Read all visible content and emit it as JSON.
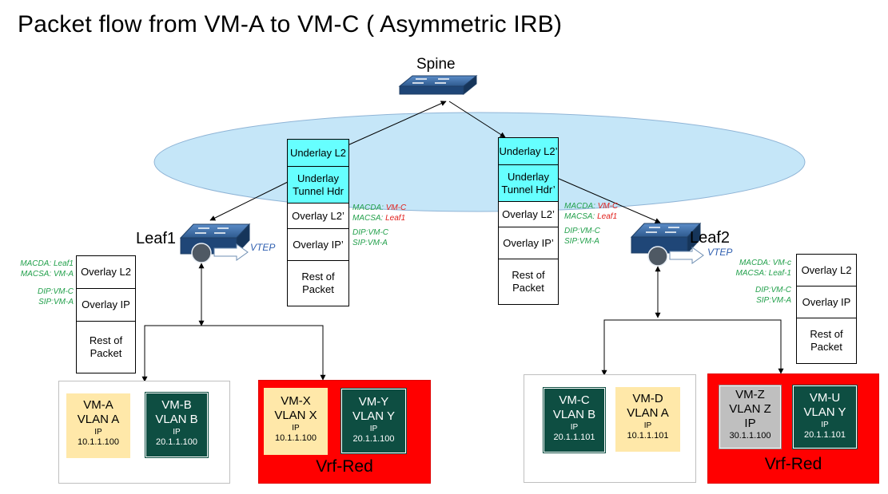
{
  "title": "Packet flow from VM-A to VM-C ( Asymmetric IRB)",
  "nodes": {
    "spine": "Spine",
    "leaf1": "Leaf1",
    "leaf2": "Leaf2",
    "vtep": "VTEP"
  },
  "packets": {
    "leaf1_local": [
      "Overlay L2",
      "Overlay IP",
      "Rest of Packet"
    ],
    "leaf1_tunnel": [
      "Underlay L2",
      "Underlay Tunnel Hdr",
      "Overlay L2’",
      "Overlay IP’",
      "Rest of Packet"
    ],
    "leaf2_tunnel": [
      "Underlay L2’",
      "Underlay Tunnel Hdr’",
      "Overlay L2’",
      "Overlay IP’",
      "Rest of Packet"
    ],
    "leaf2_local": [
      "Overlay L2",
      "Overlay IP",
      "Rest of Packet"
    ]
  },
  "annotations": {
    "leaf1_local": {
      "macda_key": "MACDA:",
      "macda_val": "Leaf1",
      "macsa_key": "MACSA:",
      "macsa_val": "VM-A",
      "dip": "DIP:VM-C",
      "sip": "SIP:VM-A"
    },
    "leaf1_tunnel": {
      "macda_key": "MACDA:",
      "macda_val": "VM-C",
      "macsa_key": "MACSA:",
      "macsa_val": "Leaf1",
      "dip": "DIP:VM-C",
      "sip": "SIP:VM-A"
    },
    "leaf2_tunnel": {
      "macda_key": "MACDA:",
      "macda_val": "VM-C",
      "macsa_key": "MACSA:",
      "macsa_val": "Leaf1",
      "dip": "DIP:VM-C",
      "sip": "SIP:VM-A"
    },
    "leaf2_local": {
      "macda_key": "MACDA:",
      "macda_val": "VM-c",
      "macsa_key": "MACSA:",
      "macsa_val": "Leaf-1",
      "dip": "DIP:VM-C",
      "sip": "SIP:VM-A"
    }
  },
  "vms": {
    "vm_a": {
      "name": "VM-A",
      "vlan": "VLAN A",
      "ip_label": "IP",
      "ip": "10.1.1.100"
    },
    "vm_b": {
      "name": "VM-B",
      "vlan": "VLAN B",
      "ip_label": "IP",
      "ip": "20.1.1.100"
    },
    "vm_x": {
      "name": "VM-X",
      "vlan": "VLAN X",
      "ip_label": "IP",
      "ip": "10.1.1.100"
    },
    "vm_y": {
      "name": "VM-Y",
      "vlan": "VLAN Y",
      "ip_label": "IP",
      "ip": "20.1.1.100"
    },
    "vm_c": {
      "name": "VM-C",
      "vlan": "VLAN B",
      "ip_label": "IP",
      "ip": "20.1.1.101"
    },
    "vm_d": {
      "name": "VM-D",
      "vlan": "VLAN A",
      "ip_label": "IP",
      "ip": "10.1.1.101"
    },
    "vm_z": {
      "name": "VM-Z",
      "vlan": "VLAN Z",
      "ip_label": "IP",
      "ip": "30.1.1.100"
    },
    "vm_u": {
      "name": "VM-U",
      "vlan": "VLAN Y",
      "ip_label": "IP",
      "ip": "20.1.1.101"
    }
  },
  "vrf_label": "Vrf-Red",
  "colors": {
    "underlay_cyan": "#66ffff",
    "ellipse_fill": "#c5e6f8",
    "vm_light": "#ffe8a9",
    "vm_dark": "#0e4e42",
    "vm_grey": "#bfbfbf",
    "vrf_red": "#ff0000",
    "annotation_green": "#22a04b",
    "annotation_red": "#e0201c",
    "vtep_blue": "#2f5fb0",
    "switch_blue": "#2e5a8e"
  }
}
